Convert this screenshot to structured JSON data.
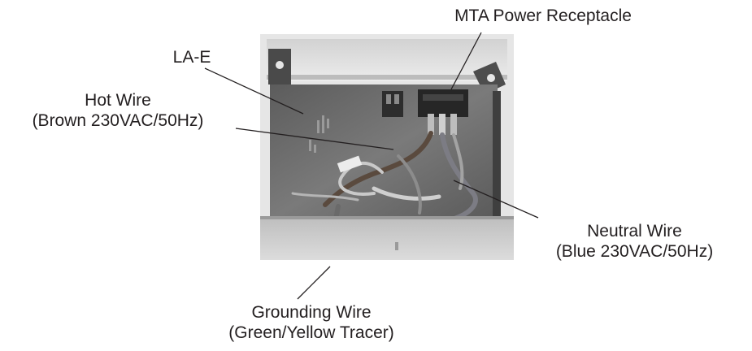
{
  "figure": {
    "colors": {
      "text": "#231f20",
      "leader": "#231f20",
      "photo_background": "#e6e6e6",
      "board": "#6f6f6f",
      "wire_brown": "#5a4a3e",
      "wire_blue": "#7c7c84"
    },
    "callouts": {
      "mta": {
        "line1": "MTA Power Receptacle"
      },
      "lae": {
        "line1": "LA-E"
      },
      "hot": {
        "line1": "Hot Wire",
        "line2": "(Brown 230VAC/50Hz)"
      },
      "neutral": {
        "line1": "Neutral Wire",
        "line2": "(Blue 230VAC/50Hz)"
      },
      "ground": {
        "line1": "Grounding Wire",
        "line2": "(Green/Yellow Tracer)"
      }
    }
  }
}
